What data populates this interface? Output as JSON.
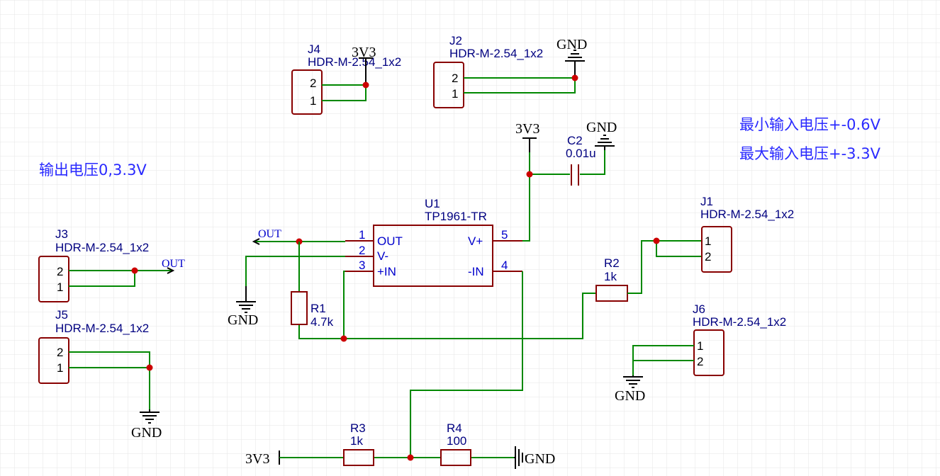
{
  "notes": {
    "output_voltage": "输出电压0,3.3V",
    "min_input": "最小输入电压+-0.6V",
    "max_input": "最大输入电压+-3.3V"
  },
  "nets": {
    "v33": "3V3",
    "gnd": "GND",
    "out": "OUT"
  },
  "components": {
    "u1": {
      "ref": "U1",
      "value": "TP1961-TR",
      "pins": {
        "p1_num": "1",
        "p1_name": "OUT",
        "p2_num": "2",
        "p2_name": "V-",
        "p3_num": "3",
        "p3_name": "+IN",
        "p4_num": "4",
        "p4_name": "-IN",
        "p5_num": "5",
        "p5_name": "V+"
      }
    },
    "c2": {
      "ref": "C2",
      "value": "0.01u"
    },
    "r1": {
      "ref": "R1",
      "value": "4.7k"
    },
    "r2": {
      "ref": "R2",
      "value": "1k"
    },
    "r3": {
      "ref": "R3",
      "value": "1k"
    },
    "r4": {
      "ref": "R4",
      "value": "100"
    },
    "j1": {
      "ref": "J1",
      "value": "HDR-M-2.54_1x2",
      "pin1": "1",
      "pin2": "2"
    },
    "j2": {
      "ref": "J2",
      "value": "HDR-M-2.54_1x2",
      "pin1": "1",
      "pin2": "2"
    },
    "j3": {
      "ref": "J3",
      "value": "HDR-M-2.54_1x2",
      "pin1": "1",
      "pin2": "2"
    },
    "j4": {
      "ref": "J4",
      "value": "HDR-M-2.54_1x2",
      "pin1": "1",
      "pin2": "2"
    },
    "j5": {
      "ref": "J5",
      "value": "HDR-M-2.54_1x2",
      "pin1": "1",
      "pin2": "2"
    },
    "j6": {
      "ref": "J6",
      "value": "HDR-M-2.54_1x2",
      "pin1": "1",
      "pin2": "2"
    }
  },
  "colors": {
    "wire": "#008800",
    "junction": "#cc0000",
    "part_outline": "#880000",
    "grid": "#e6e6e6",
    "note_text": "#2a2aff"
  }
}
